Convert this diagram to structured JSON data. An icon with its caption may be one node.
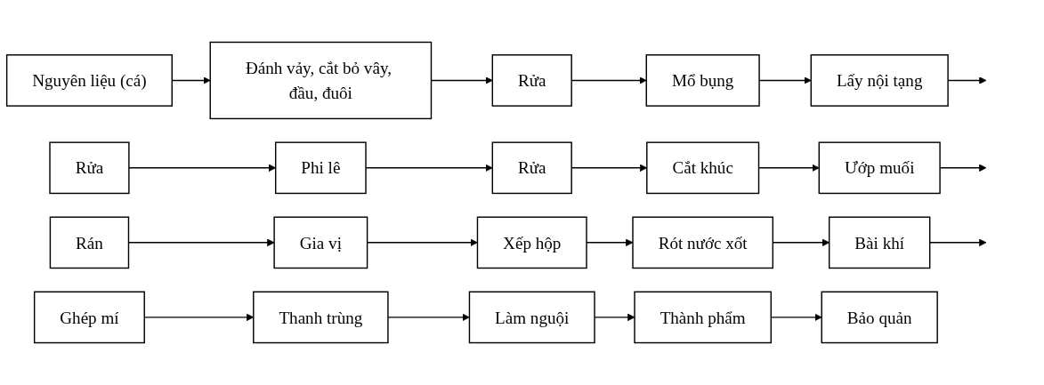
{
  "diagram": {
    "nodes": [
      {
        "text": [
          "Nguyên liệu (cá)"
        ]
      },
      {
        "text": [
          "Đánh vảy, cắt bỏ vây, đầu, đuôi"
        ]
      },
      {
        "text": [
          "Rửa"
        ]
      },
      {
        "text": [
          "Mổ bụng"
        ]
      },
      {
        "text": [
          "Lấy nội tạng"
        ]
      },
      {
        "text": [
          "Rửa"
        ]
      },
      {
        "text": [
          "Phi lê"
        ]
      },
      {
        "text": [
          "Rửa"
        ]
      },
      {
        "text": [
          "Cắt khúc"
        ]
      },
      {
        "text": [
          "Ướp muối"
        ]
      },
      {
        "text": [
          "Rán"
        ]
      },
      {
        "text": [
          "Gia vị"
        ]
      },
      {
        "text": [
          "Xếp hộp"
        ]
      },
      {
        "text": [
          "Rót nước xốt"
        ]
      },
      {
        "text": [
          "Bài khí"
        ]
      },
      {
        "text": [
          "Ghép mí"
        ]
      },
      {
        "text": [
          "Thanh trùng"
        ]
      },
      {
        "text": [
          "Làm nguội"
        ]
      },
      {
        "text": [
          "Thành phẩm"
        ]
      },
      {
        "text": [
          "Bảo quản"
        ]
      }
    ],
    "edges": [
      {
        "from": 0,
        "to": 1,
        "arrow": "to"
      },
      {
        "from": 1,
        "to": 2,
        "arrow": "to"
      },
      {
        "from": 2,
        "to": 3,
        "arrow": "to"
      },
      {
        "from": 3,
        "to": 4,
        "arrow": "to"
      },
      {
        "from": 4,
        "to": null,
        "arrow": "to"
      },
      {
        "from": 5,
        "to": 6,
        "arrow": "to"
      },
      {
        "from": 6,
        "to": 7,
        "arrow": "to"
      },
      {
        "from": 7,
        "to": 8,
        "arrow": "to"
      },
      {
        "from": 8,
        "to": 9,
        "arrow": "to"
      },
      {
        "from": 9,
        "to": null,
        "arrow": "to"
      },
      {
        "from": 10,
        "to": 11,
        "arrow": "to"
      },
      {
        "from": 11,
        "to": 12,
        "arrow": "to"
      },
      {
        "from": 12,
        "to": 13,
        "arrow": "to"
      },
      {
        "from": 13,
        "to": 14,
        "arrow": "to"
      },
      {
        "from": 14,
        "to": null,
        "arrow": "to"
      },
      {
        "from": 15,
        "to": 16,
        "arrow": "to"
      },
      {
        "from": 16,
        "to": 17,
        "arrow": "to"
      },
      {
        "from": 17,
        "to": 18,
        "arrow": "to"
      },
      {
        "from": 18,
        "to": 19,
        "arrow": "to"
      }
    ]
  }
}
